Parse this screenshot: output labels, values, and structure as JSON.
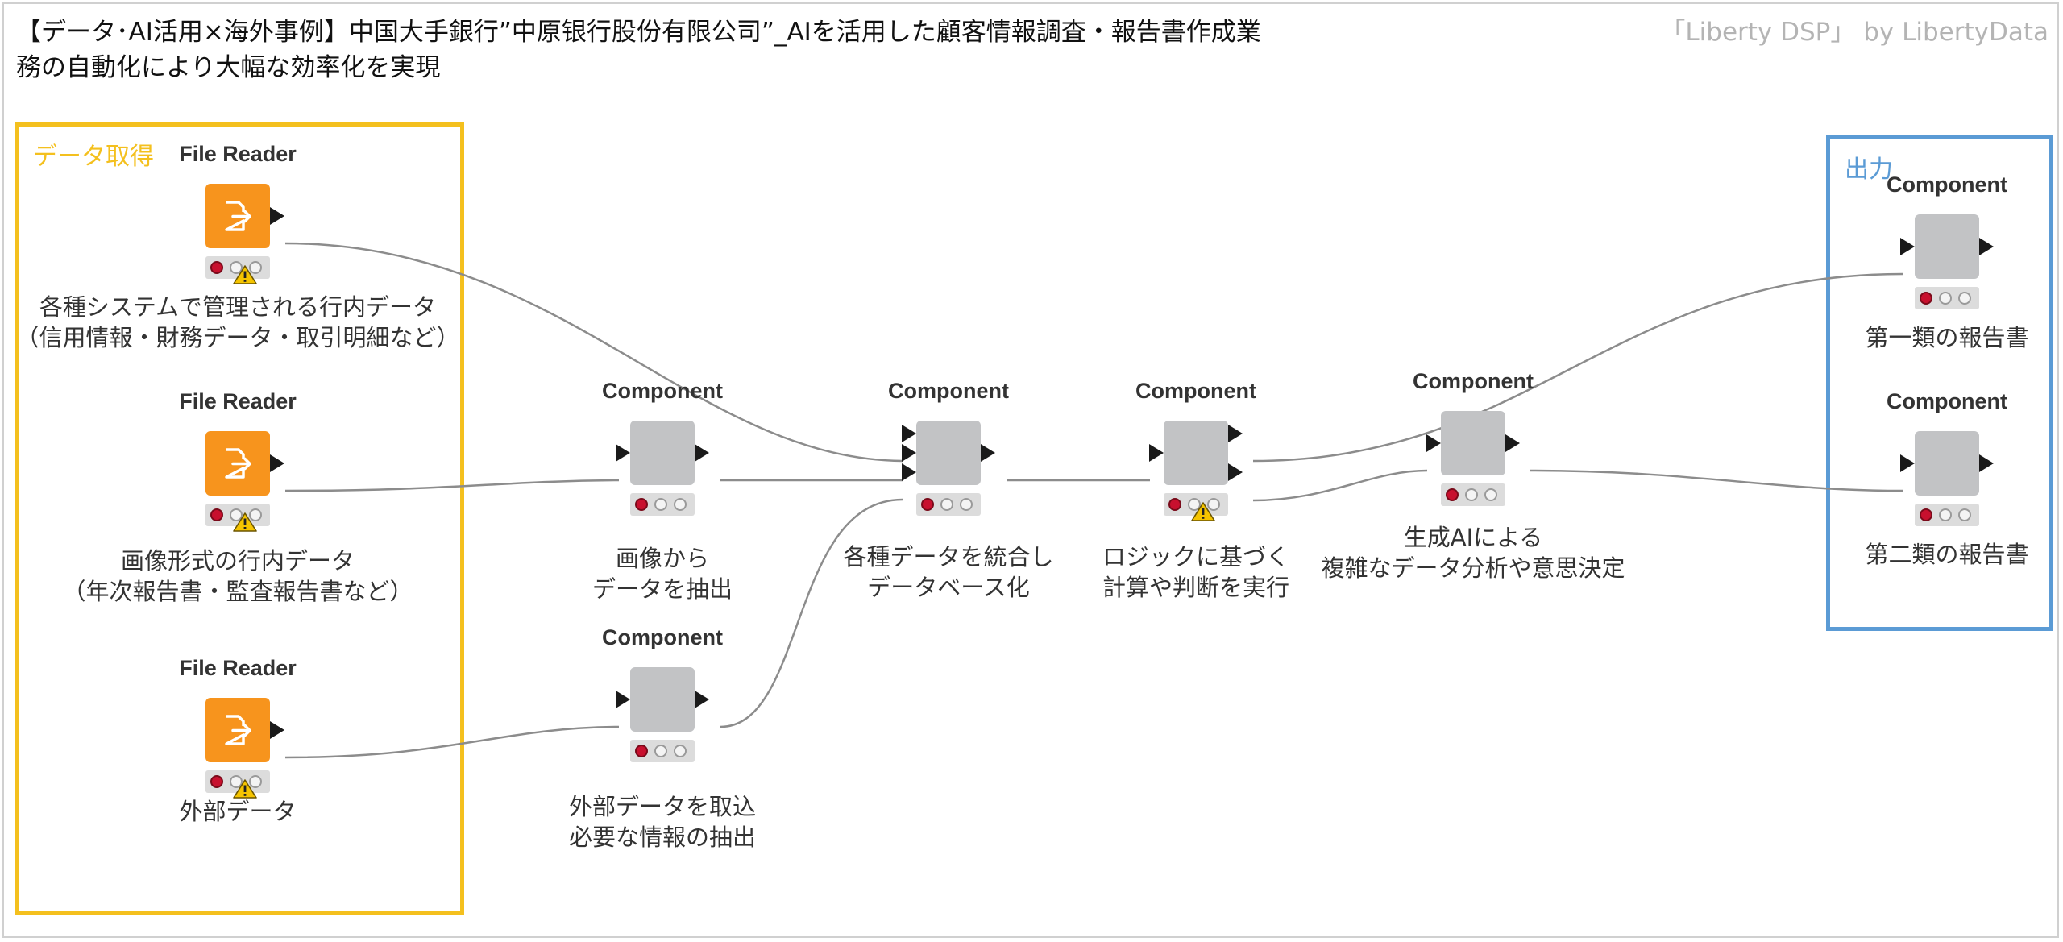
{
  "header": {
    "title_lines": [
      "【データ･AI活用×海外事例】中国大手銀行”中原银行股份有限公司”_AIを活用した顧客情報調査・報告書作成業",
      "務の自動化により大幅な効率化を実現"
    ],
    "brand": "「Liberty DSP」 by LibertyData"
  },
  "colors": {
    "reader": "#f7941d",
    "component": "#c2c3c5",
    "input_group": "#f4c01e",
    "output_group": "#5b9bd5",
    "wire": "#8c8c8c"
  },
  "groups": {
    "input": {
      "title": "データ取得"
    },
    "output": {
      "title": "出力"
    }
  },
  "nodes": {
    "reader1": {
      "title": "File Reader",
      "icon": "file-reader-icon",
      "status": "warning",
      "caption": [
        "各種システムで管理される行内データ",
        "（信用情報・財務データ・取引明細など）"
      ]
    },
    "reader2": {
      "title": "File Reader",
      "icon": "file-reader-icon",
      "status": "warning",
      "caption": [
        "画像形式の行内データ",
        "（年次報告書・監査報告書など）"
      ]
    },
    "reader3": {
      "title": "File Reader",
      "icon": "file-reader-icon",
      "status": "warning",
      "caption": [
        "外部データ"
      ]
    },
    "extract_image": {
      "title": "Component",
      "status": "idle",
      "caption": [
        "画像から",
        "データを抽出"
      ]
    },
    "import_external": {
      "title": "Component",
      "status": "idle",
      "caption": [
        "外部データを取込",
        "必要な情報の抽出"
      ]
    },
    "integrate": {
      "title": "Component",
      "status": "idle",
      "caption": [
        "各種データを統合し",
        "データベース化"
      ]
    },
    "logic": {
      "title": "Component",
      "status": "warning",
      "caption": [
        "ロジックに基づく",
        "計算や判断を実行"
      ]
    },
    "genai": {
      "title": "Component",
      "status": "idle",
      "caption": [
        "生成AIによる",
        "複雑なデータ分析や意思決定"
      ]
    },
    "report1": {
      "title": "Component",
      "status": "idle",
      "caption": [
        "第一類の報告書"
      ]
    },
    "report2": {
      "title": "Component",
      "status": "idle",
      "caption": [
        "第二類の報告書"
      ]
    }
  }
}
